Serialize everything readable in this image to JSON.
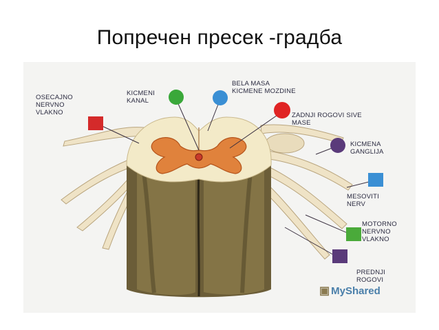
{
  "slide": {
    "title": "Попречен пресек -градба"
  },
  "labels": {
    "osecajno": "OSECAJNO\nNERVNO\nVLAKNO",
    "kicmeni_kanal": "KICMENI\nKANAL",
    "bela_masa": "BELA MASA\nKICMENE MOZDINE",
    "zadnji_rogovi": "ZADNJI ROGOVI SIVE\nMASE",
    "kicmena_ganglija": "KICMENA\nGANGLIJA",
    "mesoviti_nerv": "MESOVITI\nNERV",
    "motorno": "MOTORNO\nNERVNO\nVLAKNO",
    "prednji_rogovi": "PREDNJI\nROGOVI"
  },
  "markers": {
    "osecajno": {
      "shape": "square",
      "color": "#d42a2a"
    },
    "kicmeni_kanal": {
      "shape": "circle",
      "color": "#3aa83a"
    },
    "bela_masa": {
      "shape": "circle",
      "color": "#3a8fd4"
    },
    "zadnji_rogovi": {
      "shape": "circle",
      "color": "#e02424"
    },
    "kicmena_ganglija": {
      "shape": "circle",
      "color": "#5a3a7a"
    },
    "mesoviti_nerv": {
      "shape": "square",
      "color": "#3a8fd4"
    },
    "motorno": {
      "shape": "square",
      "color": "#4aaa3a"
    },
    "prednji_rogovi": {
      "shape": "square",
      "color": "#5a3a7a"
    }
  },
  "watermark": {
    "icon": "myshared-logo-icon",
    "text": "MyShared"
  }
}
